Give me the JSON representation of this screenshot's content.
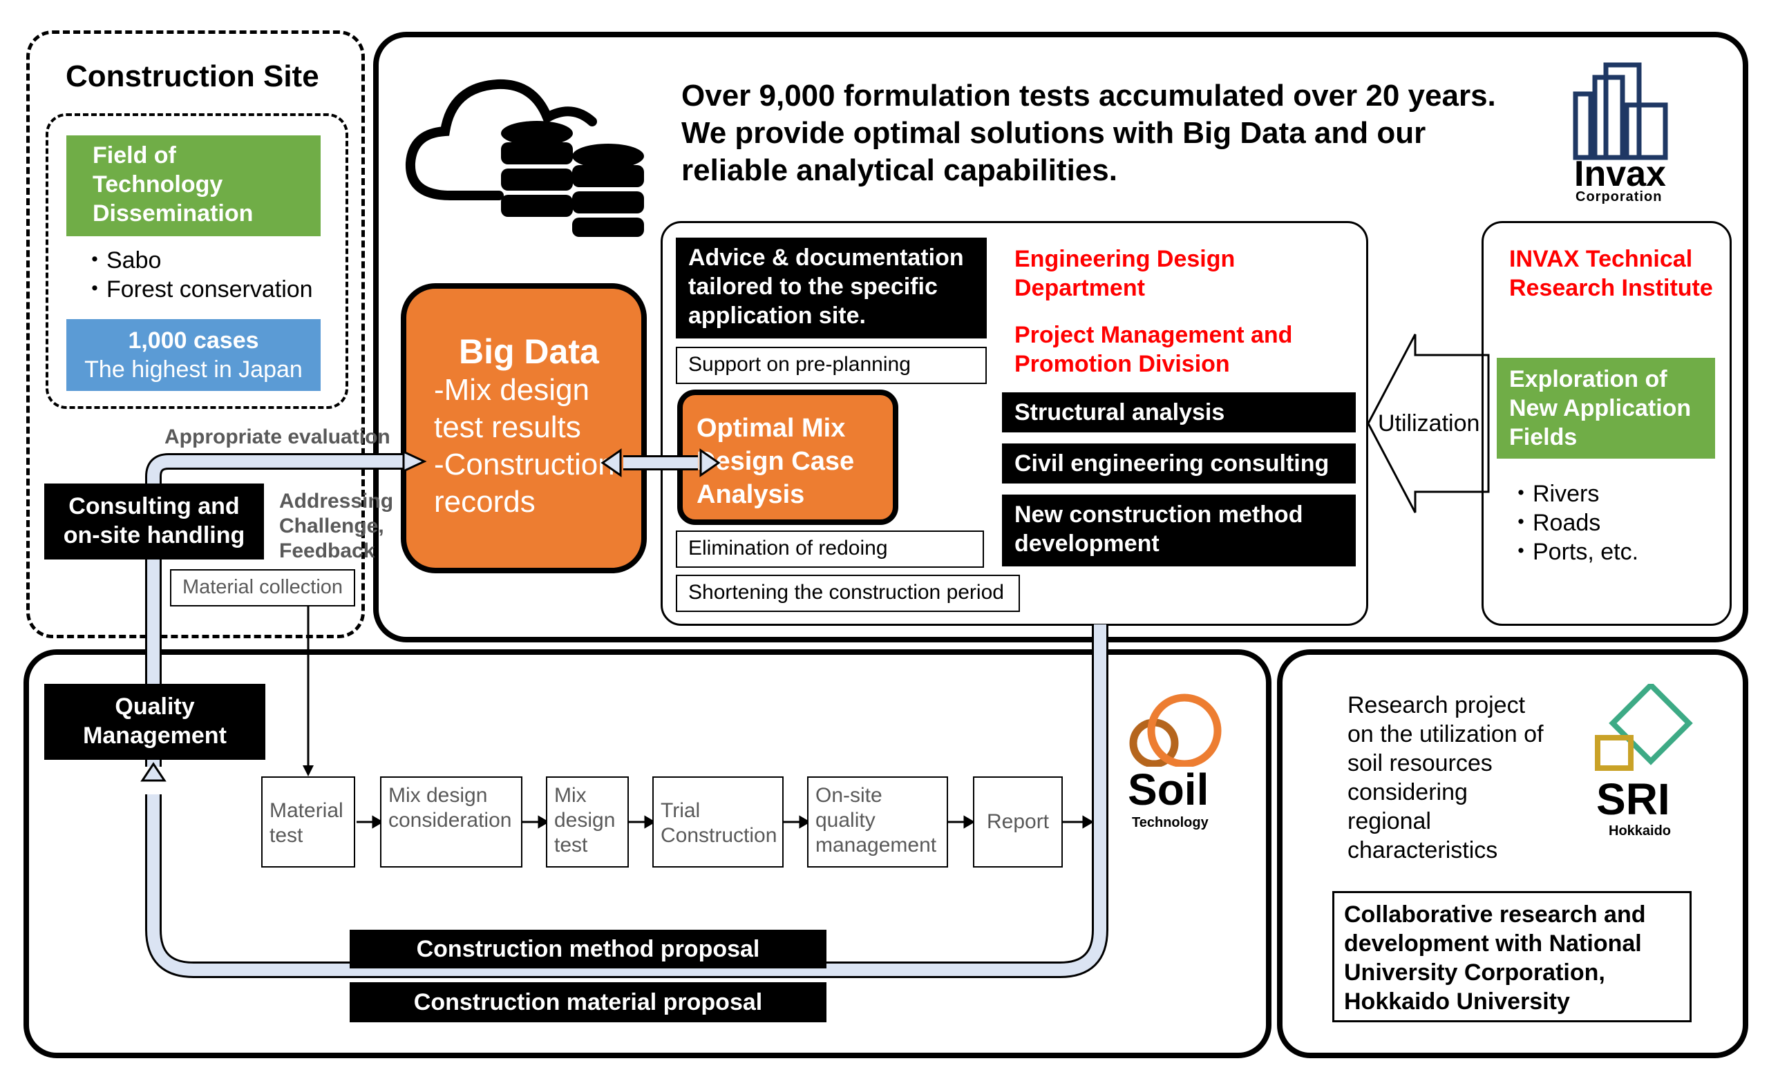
{
  "construction_site": {
    "title": "Construction Site",
    "field_box": "Field of Technology Dissemination",
    "bullets": [
      "Sabo",
      "Forest conservation"
    ],
    "cases_line1": "1,000 cases",
    "cases_line2": "The highest in Japan"
  },
  "header": {
    "headline": "Over 9,000 formulation tests accumulated over 20 years. We provide optimal solutions with Big Data and our reliable analytical capabilities."
  },
  "invax_logo": {
    "name": "Invax",
    "sub": "Corporation"
  },
  "big_data": {
    "title": "Big Data",
    "line1": "-Mix design test results",
    "line2": "-Construction records"
  },
  "center": {
    "advice": "Advice & documentation tailored to the specific application site.",
    "pre_planning": "Support on pre-planning",
    "optimal": "Optimal Mix Design Case Analysis",
    "redoing": "Elimination of redoing",
    "shorten": "Shortening the construction period",
    "dept1": "Engineering Design Department",
    "dept2": "Project Management and Promotion Division",
    "svc1": "Structural analysis",
    "svc2": "Civil engineering consulting",
    "svc3": "New construction method development"
  },
  "utilization": "Utilization",
  "institute": {
    "title": "INVAX Technical Research Institute",
    "green": "Exploration of New Application Fields",
    "bullets": [
      "Rivers",
      "Roads",
      "Ports, etc."
    ]
  },
  "flow": {
    "appropriate": "Appropriate evaluation",
    "consulting": "Consulting and on-site handling",
    "addressing": "Addressing Challenge, Feedback",
    "material_collection": "Material collection",
    "quality": "Quality Management",
    "steps": [
      "Material test",
      "Mix design consideration",
      "Mix design test",
      "Trial Construction",
      "On-site quality management",
      "Report"
    ],
    "proposal1": "Construction method proposal",
    "proposal2": "Construction material proposal"
  },
  "soil_logo": {
    "name": "Soil",
    "sub": "Technology"
  },
  "research": {
    "text": "Research project on the utilization of soil resources considering regional characteristics",
    "collab": "Collaborative research and development with National University Corporation, Hokkaido University"
  },
  "sri_logo": {
    "name": "SRI",
    "sub": "Hokkaido"
  },
  "colors": {
    "orange": "#ed7d31",
    "green": "#70ad47",
    "blue": "#5b9bd5",
    "red": "#ff0000",
    "flow_pipe": "#dbe4f3"
  }
}
